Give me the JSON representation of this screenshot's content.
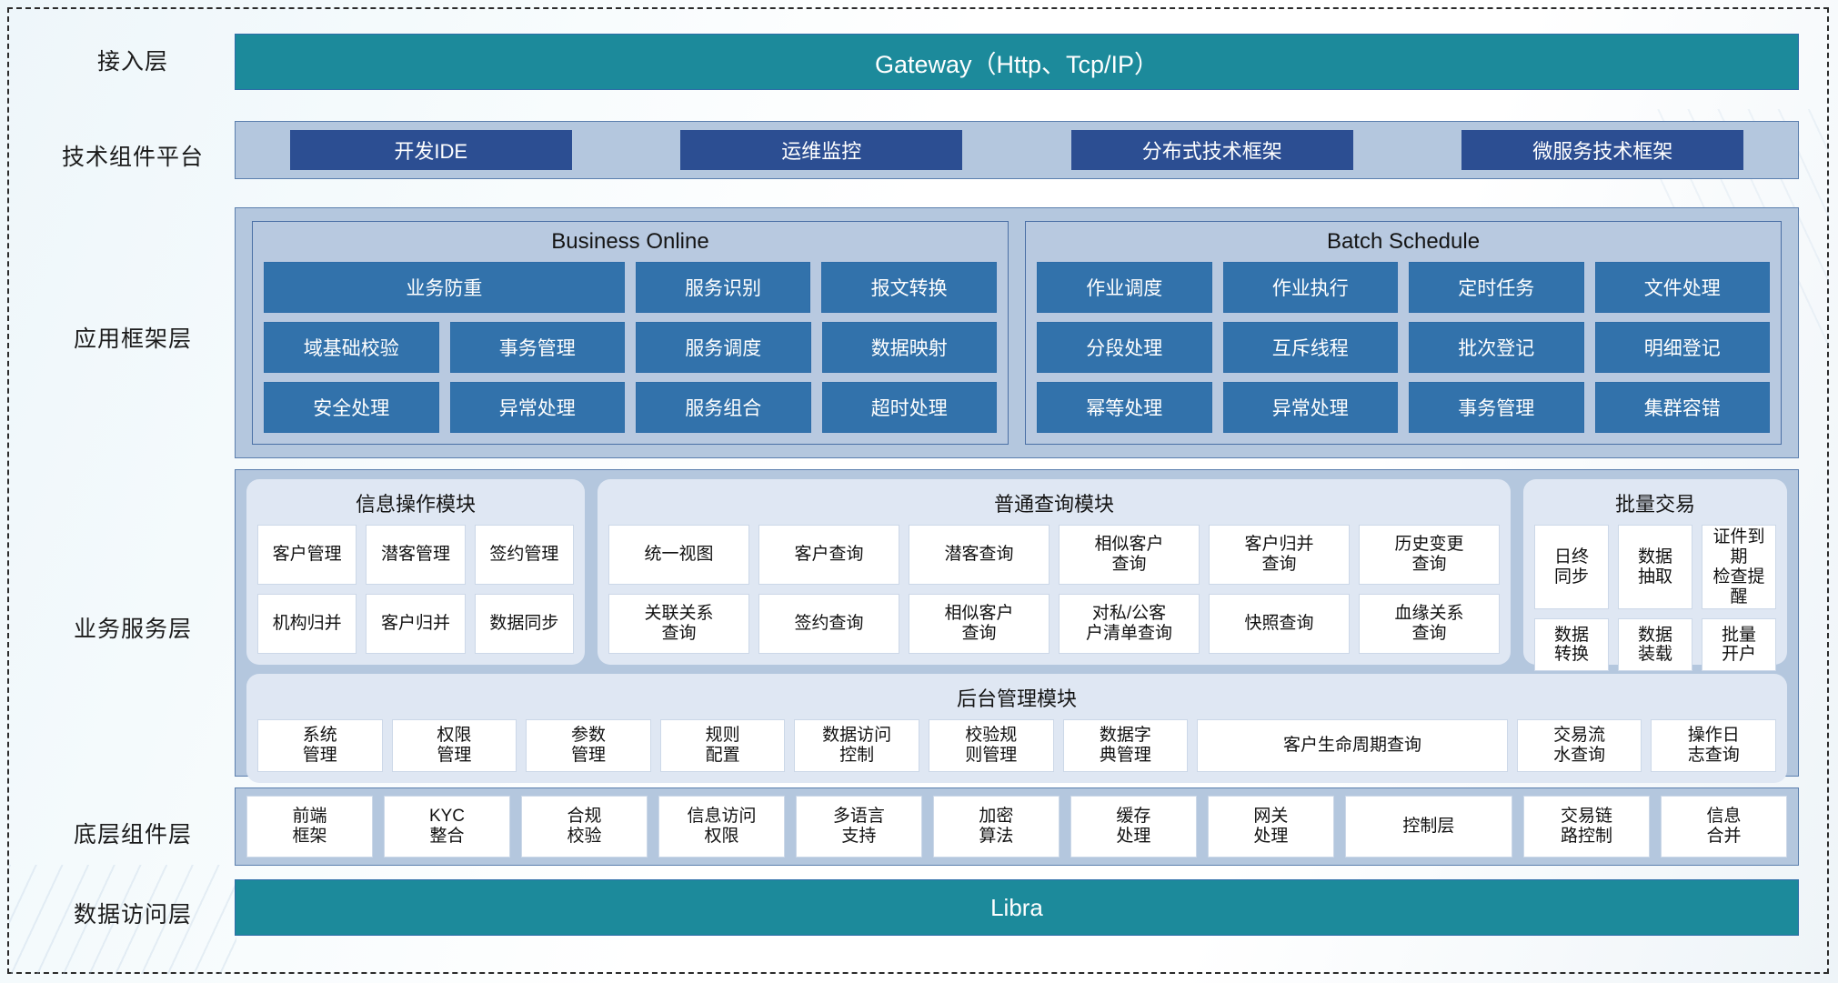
{
  "diagram": {
    "title": "分层架构图",
    "colors": {
      "teal_bar": "#1c8a9b",
      "band_bg": "#b4c7de",
      "dark_blue_button": "#2c4e92",
      "mid_blue_cell": "#3272ab",
      "panel_bg": "#dfe7f3",
      "white_cell": "#ffffff",
      "border_blue": "#5b7fae"
    }
  },
  "row_labels": {
    "access": "接入层",
    "tech_platform": "技术组件平台",
    "app_framework": "应用框架层",
    "business_service": "业务服务层",
    "base_component": "底层组件层",
    "data_access": "数据访问层"
  },
  "gateway": {
    "label": "Gateway（Http、Tcp/IP）"
  },
  "tech_platform": {
    "buttons": [
      {
        "label": "开发IDE"
      },
      {
        "label": "运维监控"
      },
      {
        "label": "分布式技术框架"
      },
      {
        "label": "微服务技术框架"
      }
    ]
  },
  "app_framework": {
    "groups": [
      {
        "title": "Business Online",
        "rows": [
          [
            {
              "label": "业务防重",
              "span": 2
            },
            {
              "label": "服务识别",
              "span": 1
            },
            {
              "label": "报文转换",
              "span": 1
            }
          ],
          [
            {
              "label": "域基础校验",
              "span": 1
            },
            {
              "label": "事务管理",
              "span": 1
            },
            {
              "label": "服务调度",
              "span": 1
            },
            {
              "label": "数据映射",
              "span": 1
            }
          ],
          [
            {
              "label": "安全处理",
              "span": 1
            },
            {
              "label": "异常处理",
              "span": 1
            },
            {
              "label": "服务组合",
              "span": 1
            },
            {
              "label": "超时处理",
              "span": 1
            }
          ]
        ]
      },
      {
        "title": "Batch Schedule",
        "rows": [
          [
            {
              "label": "作业调度",
              "span": 1
            },
            {
              "label": "作业执行",
              "span": 1
            },
            {
              "label": "定时任务",
              "span": 1
            },
            {
              "label": "文件处理",
              "span": 1
            }
          ],
          [
            {
              "label": "分段处理",
              "span": 1
            },
            {
              "label": "互斥线程",
              "span": 1
            },
            {
              "label": "批次登记",
              "span": 1
            },
            {
              "label": "明细登记",
              "span": 1
            }
          ],
          [
            {
              "label": "幂等处理",
              "span": 1
            },
            {
              "label": "异常处理",
              "span": 1
            },
            {
              "label": "事务管理",
              "span": 1
            },
            {
              "label": "集群容错",
              "span": 1
            }
          ]
        ]
      }
    ]
  },
  "business_service": {
    "panels": [
      {
        "title": "信息操作模块",
        "rows": [
          [
            {
              "label": "客户管理"
            },
            {
              "label": "潜客管理"
            },
            {
              "label": "签约管理"
            }
          ],
          [
            {
              "label": "机构归并"
            },
            {
              "label": "客户归并"
            },
            {
              "label": "数据同步"
            }
          ]
        ]
      },
      {
        "title": "普通查询模块",
        "rows": [
          [
            {
              "label": "统一视图"
            },
            {
              "label": "客户查询"
            },
            {
              "label": "潜客查询"
            },
            {
              "label": "相似客户\n查询"
            },
            {
              "label": "客户归并\n查询"
            },
            {
              "label": "历史变更\n查询"
            }
          ],
          [
            {
              "label": "关联关系\n查询"
            },
            {
              "label": "签约查询"
            },
            {
              "label": "相似客户\n查询"
            },
            {
              "label": "对私/公客\n户清单查询"
            },
            {
              "label": "快照查询"
            },
            {
              "label": "血缘关系\n查询"
            }
          ]
        ]
      },
      {
        "title": "批量交易",
        "rows": [
          [
            {
              "label": "日终\n同步"
            },
            {
              "label": "数据\n抽取"
            },
            {
              "label": "证件到期\n检查提醒"
            }
          ],
          [
            {
              "label": "数据\n转换"
            },
            {
              "label": "数据\n装载"
            },
            {
              "label": "批量\n开户"
            }
          ]
        ]
      }
    ],
    "admin_panel": {
      "title": "后台管理模块",
      "cells": [
        {
          "label": "系统\n管理",
          "wide": false
        },
        {
          "label": "权限\n管理",
          "wide": false
        },
        {
          "label": "参数\n管理",
          "wide": false
        },
        {
          "label": "规则\n配置",
          "wide": false
        },
        {
          "label": "数据访问\n控制",
          "wide": false
        },
        {
          "label": "校验规\n则管理",
          "wide": false
        },
        {
          "label": "数据字\n典管理",
          "wide": false
        },
        {
          "label": "客户生命周期查询",
          "wide": true
        },
        {
          "label": "交易流\n水查询",
          "wide": false
        },
        {
          "label": "操作日\n志查询",
          "wide": false
        }
      ]
    }
  },
  "base_component": {
    "cells": [
      {
        "label": "前端\n框架",
        "wide": false
      },
      {
        "label": "KYC\n整合",
        "wide": false
      },
      {
        "label": "合规\n校验",
        "wide": false
      },
      {
        "label": "信息访问\n权限",
        "wide": false
      },
      {
        "label": "多语言\n支持",
        "wide": false
      },
      {
        "label": "加密\n算法",
        "wide": false
      },
      {
        "label": "缓存\n处理",
        "wide": false
      },
      {
        "label": "网关\n处理",
        "wide": false
      },
      {
        "label": "控制层",
        "wide": true
      },
      {
        "label": "交易链\n路控制",
        "wide": false
      },
      {
        "label": "信息\n合并",
        "wide": false
      }
    ]
  },
  "data_access": {
    "label": "Libra"
  }
}
